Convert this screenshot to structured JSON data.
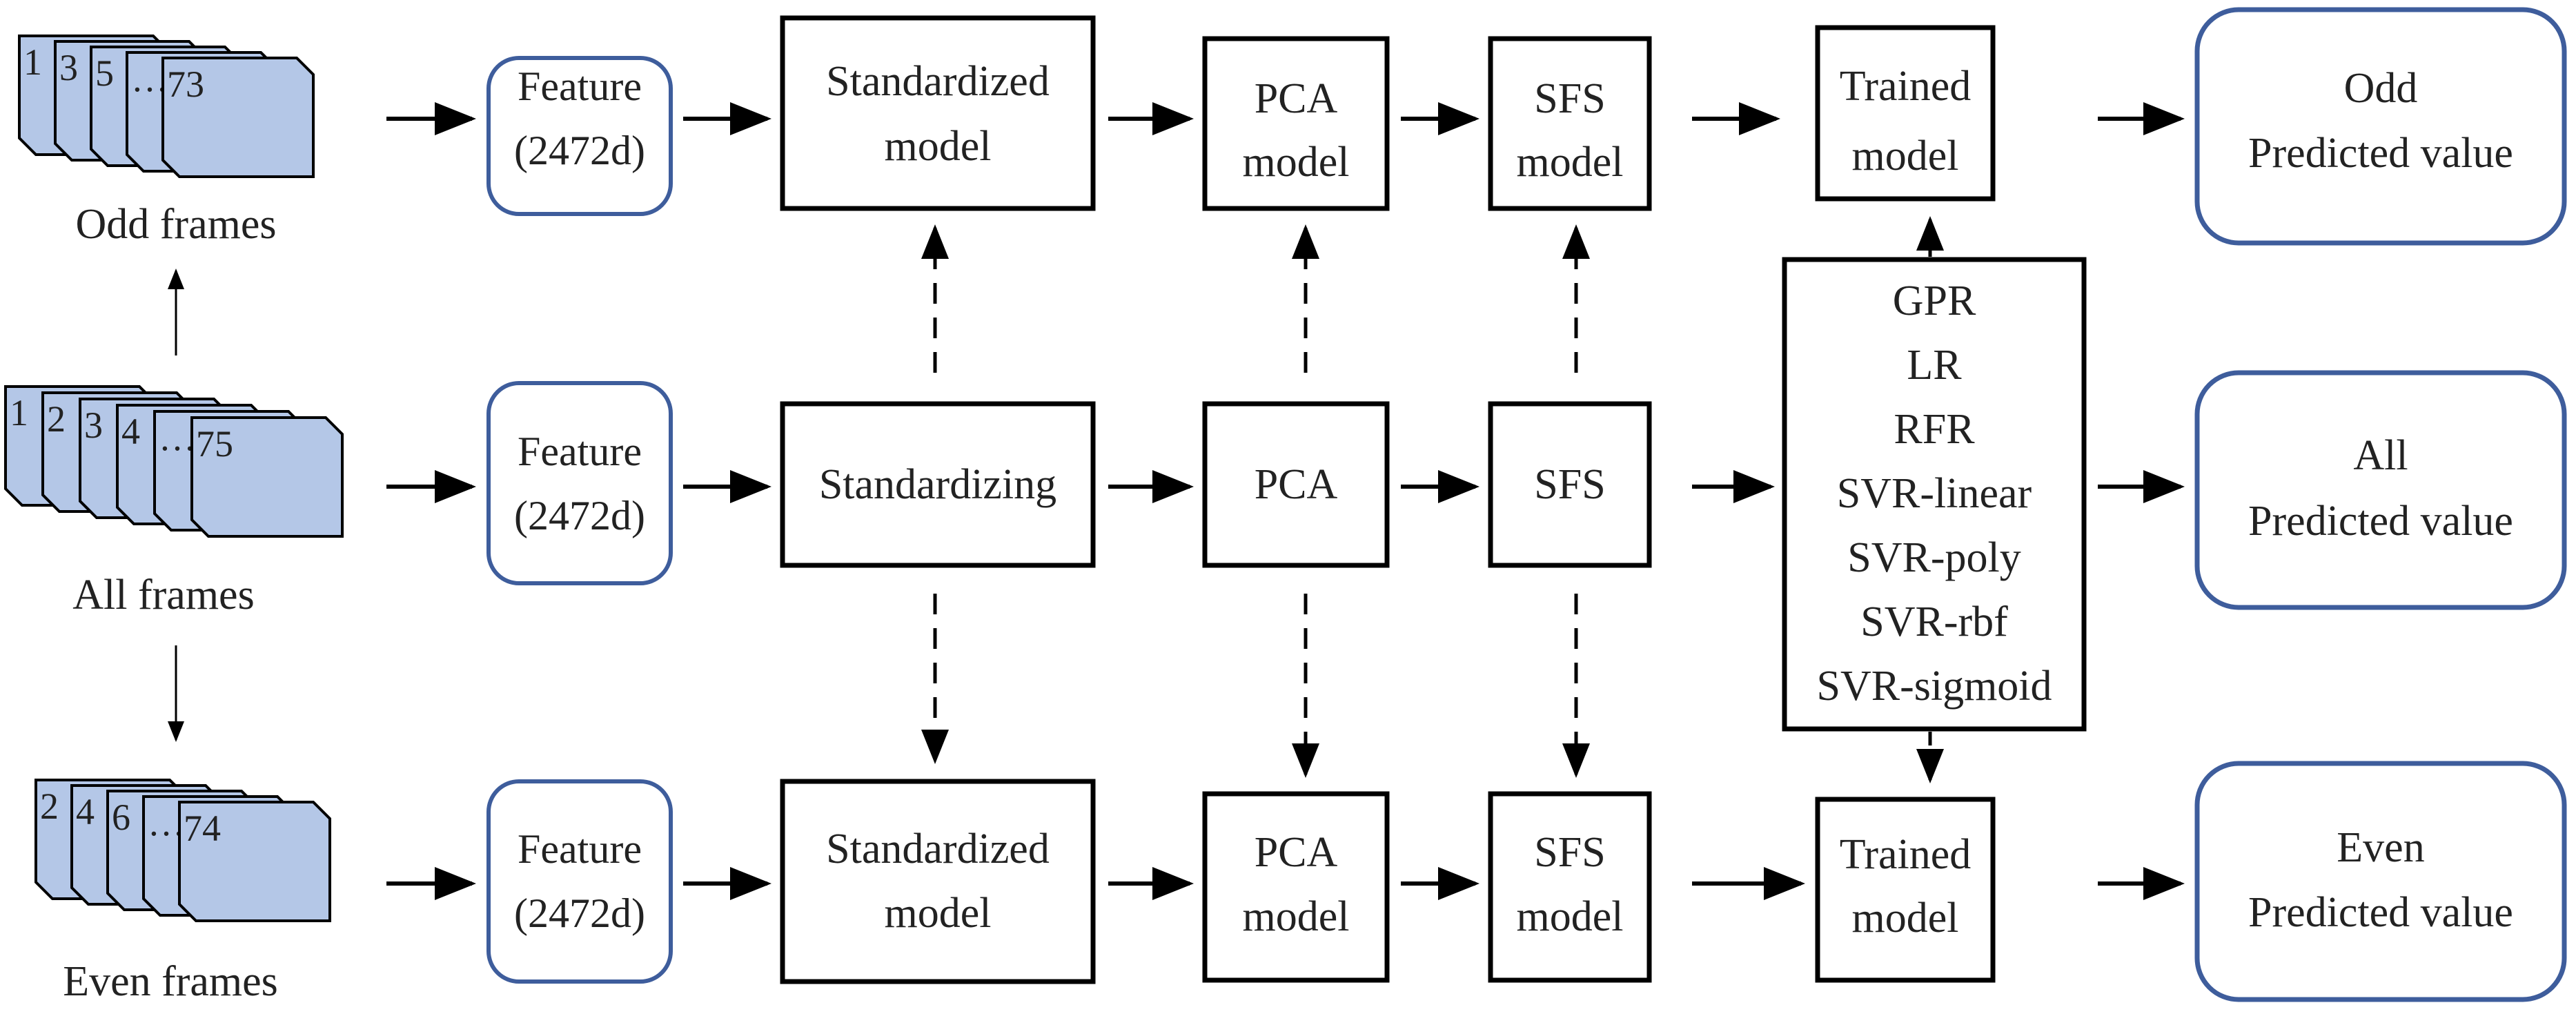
{
  "rows": [
    {
      "id": "odd",
      "frames": {
        "labels": [
          "1",
          "3",
          "5",
          "…",
          "73"
        ],
        "caption": "Odd frames"
      },
      "feature": [
        "Feature",
        "(2472d)"
      ],
      "standardize": [
        "Standardized",
        "model"
      ],
      "pca": [
        "PCA",
        "model"
      ],
      "sfs": [
        "SFS",
        "model"
      ],
      "trained": [
        "Trained",
        "model"
      ],
      "output": [
        "Odd",
        "Predicted value"
      ]
    },
    {
      "id": "all",
      "frames": {
        "labels": [
          "1",
          "2",
          "3",
          "4",
          "…",
          "75"
        ],
        "caption": "All frames"
      },
      "feature": [
        "Feature",
        "(2472d)"
      ],
      "standardize": [
        "Standardizing"
      ],
      "pca": [
        "PCA"
      ],
      "sfs": [
        "SFS"
      ],
      "output": [
        "All",
        "Predicted value"
      ]
    },
    {
      "id": "even",
      "frames": {
        "labels": [
          "2",
          "4",
          "6",
          "…",
          "74"
        ],
        "caption": "Even frames"
      },
      "feature": [
        "Feature",
        "(2472d)"
      ],
      "standardize": [
        "Standardized",
        "model"
      ],
      "pca": [
        "PCA",
        "model"
      ],
      "sfs": [
        "SFS",
        "model"
      ],
      "trained": [
        "Trained",
        "model"
      ],
      "output": [
        "Even",
        "Predicted value"
      ]
    }
  ],
  "models": [
    "GPR",
    "LR",
    "RFR",
    "SVR-linear",
    "SVR-poly",
    "SVR-rbf",
    "SVR-sigmoid"
  ],
  "colors": {
    "frame_fill": "#b4c7e7",
    "rounded_border": "#3e5d9c",
    "stroke": "#000000",
    "text": "#222222"
  }
}
